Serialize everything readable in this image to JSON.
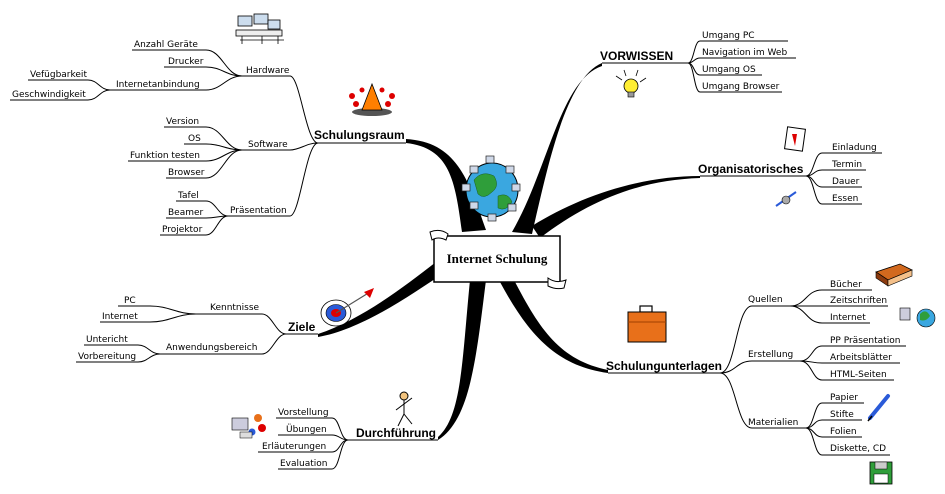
{
  "center": "Internet Schulung",
  "branches": [
    {
      "id": "schulungsraum",
      "label": "Schulungsraum",
      "icon": "traffic-cone-icon",
      "children": [
        {
          "label": "Hardware",
          "icon": "computer-network-icon",
          "children": [
            "Anzahl Geräte",
            "Drucker",
            {
              "label": "Internetanbindung",
              "children": [
                "Vefügbarkeit",
                "Geschwindigkeit"
              ]
            }
          ]
        },
        {
          "label": "Software",
          "children": [
            "Version",
            "OS",
            "Funktion testen",
            "Browser"
          ]
        },
        {
          "label": "Präsentation",
          "children": [
            "Tafel",
            "Beamer",
            "Projektor"
          ]
        }
      ]
    },
    {
      "id": "vorwissen",
      "label": "VORWISSEN",
      "icon": "lightbulb-icon",
      "children": [
        "Umgang PC",
        "Navigation im Web",
        "Umgang OS",
        "Umgang Browser"
      ]
    },
    {
      "id": "organisatorisches",
      "label": "Organisatorisches",
      "icon": "calendar-icon",
      "icon2": "pen-watch-icon",
      "children": [
        "Einladung",
        "Termin",
        "Dauer",
        "Essen"
      ]
    },
    {
      "id": "ziele",
      "label": "Ziele",
      "icon": "target-arrow-icon",
      "children": [
        {
          "label": "Kenntnisse",
          "children": [
            "PC",
            "Internet"
          ]
        },
        {
          "label": "Anwendungsbereich",
          "children": [
            "Untericht",
            "Vorbereitung"
          ]
        }
      ]
    },
    {
      "id": "schulungunterlagen",
      "label": "Schulungunterlagen",
      "icon": "briefcase-icon",
      "children": [
        {
          "label": "Quellen",
          "children": [
            "Bücher",
            "Zeitschriften",
            "Internet"
          ]
        },
        {
          "label": "Erstellung",
          "children": [
            "PP Präsentation",
            "Arbeitsblätter",
            "HTML-Seiten"
          ]
        },
        {
          "label": "Materialien",
          "children": [
            "Papier",
            "Stifte",
            "Folien",
            "Diskette, CD"
          ]
        }
      ]
    },
    {
      "id": "durchfuehrung",
      "label": "Durchführung",
      "icon": "presenter-icon",
      "icon2": "classroom-icon",
      "children": [
        "Vorstellung",
        "Übungen",
        "Erläuterungen",
        "Evaluation"
      ]
    }
  ],
  "colors": {
    "line": "#000000",
    "background": "#ffffff",
    "cone": "#ff7f00",
    "briefcase": "#e8701a",
    "book": "#d2691e",
    "pen": "#2a5ad8",
    "bulb": "#ffee33",
    "globe": "#3aa7e0",
    "land": "#2f9e3a"
  }
}
